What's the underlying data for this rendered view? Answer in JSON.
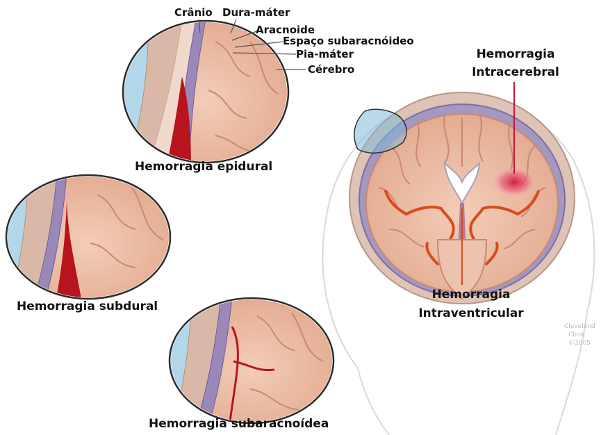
{
  "layer_labels": {
    "cranio": "Crânio",
    "dura_mater": "Dura-máter",
    "aracnoide": "Aracnoide",
    "espaco_subaracnoideo": "Espaço subaracnóideo",
    "pia_mater": "Pia-máter",
    "cerebro": "Cérebro"
  },
  "captions": {
    "epidural": "Hemorragia epidural",
    "subdural": "Hemorragia subdural",
    "subaracnoidea": "Hemorragia subaracnoídea",
    "intracerebral_1": "Hemorragia",
    "intracerebral_2": "Intracerebral",
    "intraventricular_1": "Hemorragia",
    "intraventricular_2": "Intraventricular"
  },
  "watermark": {
    "line1": "Cleveland",
    "line2": "Clinic",
    "line3": "©2005"
  },
  "colors": {
    "brain": "#eab9a2",
    "brain_fold": "#c98872",
    "bone": "#d9b8a8",
    "dura": "#9a88b8",
    "blood": "#b8141e",
    "csf": "#b3d7ea",
    "artery": "#d84a1c"
  }
}
